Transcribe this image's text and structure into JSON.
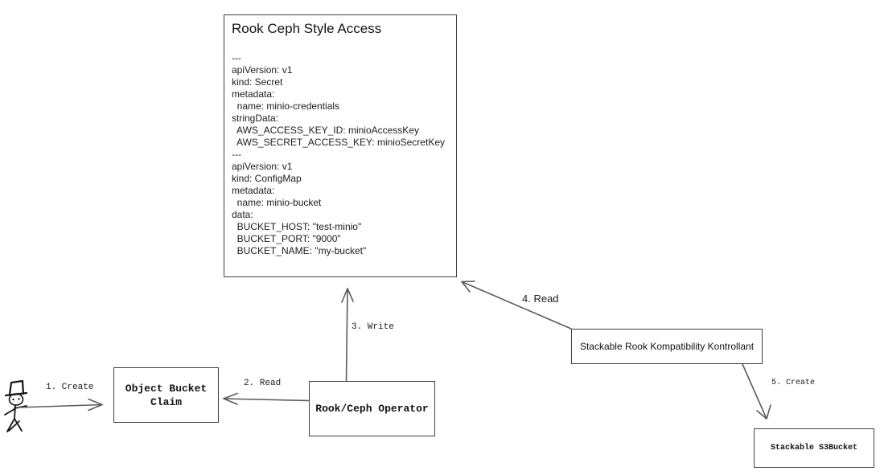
{
  "diagram": {
    "main_box": {
      "title": "Rook Ceph Style Access",
      "yaml_lines": [
        "---",
        "apiVersion: v1",
        "kind: Secret",
        "metadata:",
        "  name: minio-credentials",
        "stringData:",
        "  AWS_ACCESS_KEY_ID: minioAccessKey",
        "  AWS_SECRET_ACCESS_KEY: minioSecretKey",
        "---",
        "apiVersion: v1",
        "kind: ConfigMap",
        "metadata:",
        "  name: minio-bucket",
        "data:",
        "  BUCKET_HOST: \"test-minio\"",
        "  BUCKET_PORT: \"9000\"",
        "  BUCKET_NAME: \"my-bucket\""
      ]
    },
    "nodes": {
      "object_bucket_claim": {
        "line1": "Object Bucket",
        "line2": "Claim"
      },
      "rook_ceph_operator": {
        "label": "Rook/Ceph Operator"
      },
      "kontrollant": {
        "label": "Stackable Rook Kompatibility Kontrollant"
      },
      "s3bucket": {
        "label": "Stackable S3Bucket"
      }
    },
    "edges": {
      "e1": {
        "label": "1. Create"
      },
      "e2": {
        "label": "2. Read"
      },
      "e3": {
        "label": "3. Write"
      },
      "e4": {
        "label": "4. Read"
      },
      "e5": {
        "label": "5. Create"
      }
    },
    "actors": {
      "user": {
        "icon": "stick-figure-with-top-hat"
      }
    },
    "colors": {
      "background": "#ffffff",
      "box_border": "#404040",
      "arrow": "#5b5b5b",
      "text": "#121212"
    }
  }
}
